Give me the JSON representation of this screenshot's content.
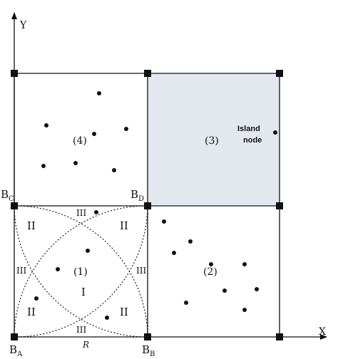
{
  "axes": {
    "x_label": "X",
    "y_label": "Y"
  },
  "boundary_nodes": {
    "a_main": "B",
    "a_sub": "A",
    "b_main": "B",
    "b_sub": "B",
    "c_main": "B",
    "c_sub": "C",
    "d_main": "B",
    "d_sub": "D"
  },
  "regions": {
    "q1": "(1)",
    "q2": "(2)",
    "q3": "(3)",
    "q4": "(4)"
  },
  "zones": {
    "one": "I",
    "two": "II",
    "three": "III"
  },
  "radius_label": "R",
  "island": {
    "line1": "Island",
    "line2": "node"
  },
  "colors": {
    "shaded_cell": "#e3e8ee",
    "line": "#111111"
  }
}
